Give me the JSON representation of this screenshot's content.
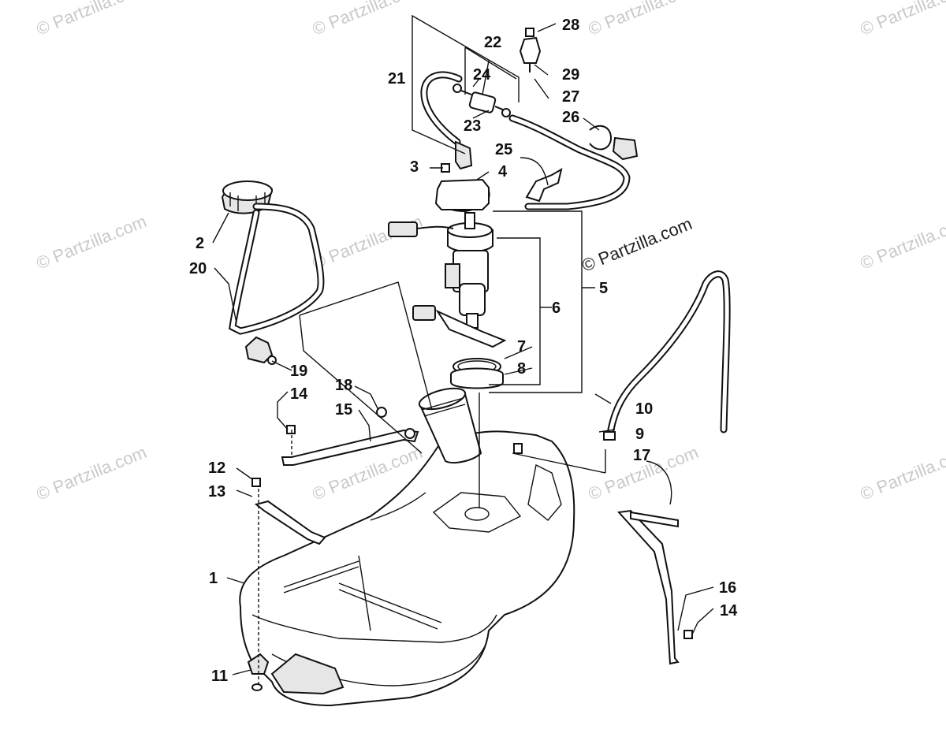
{
  "watermark": "© Partzilla.com",
  "credit": "© Partzilla.com",
  "callouts": [
    "1",
    "2",
    "3",
    "4",
    "5",
    "6",
    "7",
    "8",
    "9",
    "10",
    "11",
    "12",
    "13",
    "14",
    "14",
    "15",
    "16",
    "17",
    "18",
    "19",
    "20",
    "21",
    "22",
    "23",
    "24",
    "25",
    "26",
    "27",
    "28",
    "29"
  ]
}
